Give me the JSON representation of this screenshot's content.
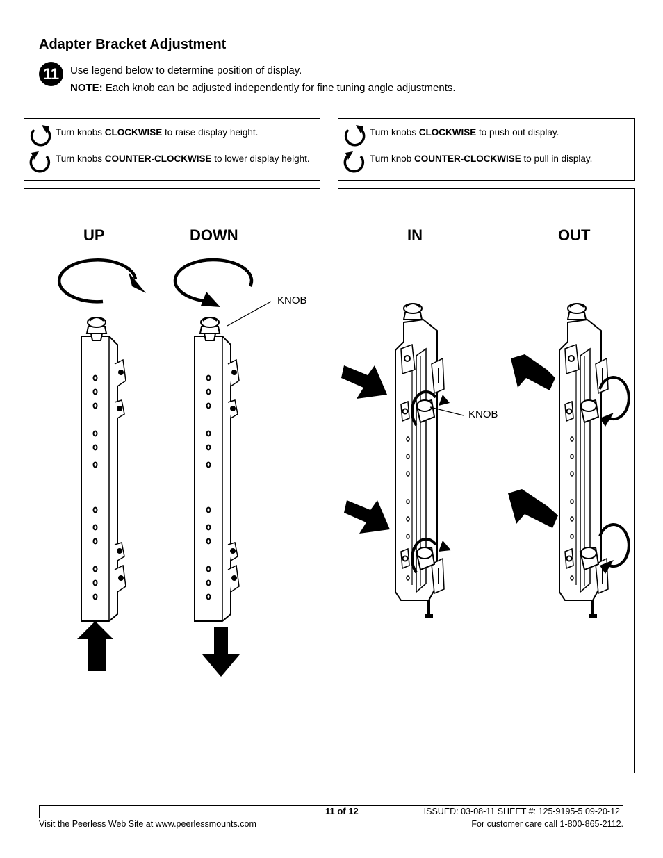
{
  "header": {
    "title": "Adapter Bracket Adjustment",
    "step_number": "11",
    "instruction": "Use legend below to determine position of display.",
    "note_label": "NOTE:",
    "note_text": " Each knob can be adjusted independently for fine tuning angle adjustments."
  },
  "legend_left": {
    "row1": {
      "pre": "Turn knobs ",
      "bold": "CLOCKWISE",
      "post": " to raise display height."
    },
    "row2": {
      "pre": "Turn knobs ",
      "bold1": "COUNTER",
      "dash": "-",
      "bold2": "CLOCKWISE",
      "post": " to lower display height."
    }
  },
  "legend_right": {
    "row1": {
      "pre": "Turn knobs ",
      "bold": "CLOCKWISE",
      "post": " to push out display."
    },
    "row2": {
      "pre": "Turn knob ",
      "bold1": "COUNTER",
      "dash": "-",
      "bold2": "CLOCKWISE",
      "post": " to pull in display."
    }
  },
  "panel_left": {
    "label_up": "UP",
    "label_down": "DOWN",
    "callout": "KNOB"
  },
  "panel_right": {
    "label_in": "IN",
    "label_out": "OUT",
    "callout": "KNOB"
  },
  "footer": {
    "page": "11 of 12",
    "issued": "ISSUED: 03-08-11   SHEET #: 125-9195-5  09-20-12",
    "website": "Visit the Peerless Web Site at www.peerlessmounts.com",
    "care": "For customer care call 1-800-865-2112."
  }
}
